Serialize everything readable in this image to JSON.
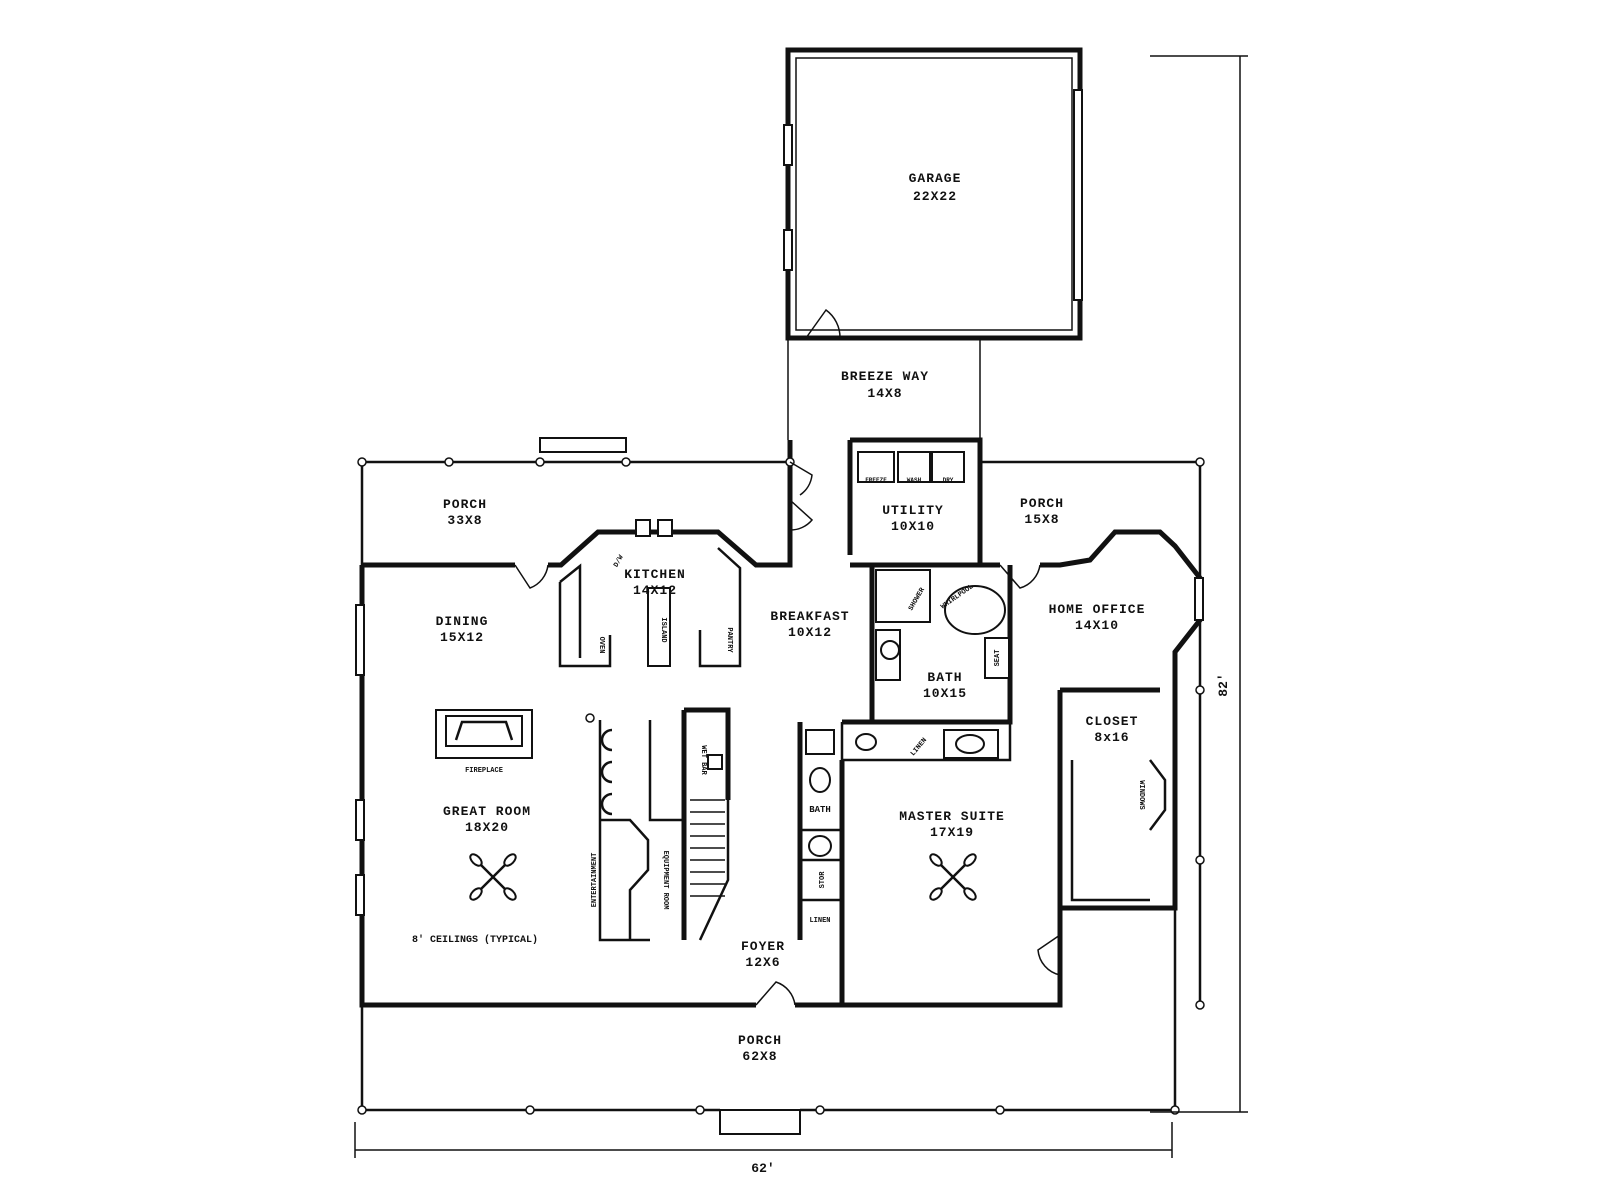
{
  "rooms": {
    "garage": {
      "name": "GARAGE",
      "size": "22X22"
    },
    "breezeway": {
      "name": "BREEZE WAY",
      "size": "14X8"
    },
    "porch_rear_left": {
      "name": "PORCH",
      "size": "33X8"
    },
    "utility": {
      "name": "UTILITY",
      "size": "10X10"
    },
    "porch_rear_right": {
      "name": "PORCH",
      "size": "15X8"
    },
    "kitchen": {
      "name": "KITCHEN",
      "size": "14X12"
    },
    "dining": {
      "name": "DINING",
      "size": "15X12"
    },
    "breakfast": {
      "name": "BREAKFAST",
      "size": "10X12"
    },
    "home_office": {
      "name": "HOME OFFICE",
      "size": "14X10"
    },
    "master_bath": {
      "name": "BATH",
      "size": "10X15"
    },
    "closet": {
      "name": "CLOSET",
      "size": "8x16"
    },
    "great_room": {
      "name": "GREAT ROOM",
      "size": "18X20"
    },
    "master_suite": {
      "name": "MASTER SUITE",
      "size": "17X19"
    },
    "foyer": {
      "name": "FOYER",
      "size": "12X6"
    },
    "porch_front": {
      "name": "PORCH",
      "size": "62X8"
    }
  },
  "small_labels": {
    "bath2": "BATH",
    "fireplace": "FIREPLACE",
    "wet_bar": "WET BAR",
    "entertainment": "ENTERTAINMENT",
    "equipment_room": "EQUIPMENT ROOM",
    "linen": "LINEN",
    "stor": "STOR",
    "linen2": "LINEN",
    "freeze": "FREEZE",
    "wash": "WASH",
    "dry": "DRY",
    "island": "ISLAND",
    "pantry": "PANTRY",
    "shower": "SHOWER",
    "whirlpool": "WHIRLPOOL",
    "seat": "SEAT",
    "dw": "D/W",
    "oven": "OVEN",
    "windows": "WINDOWS"
  },
  "notes": {
    "ceilings": "8' CEILINGS (TYPICAL)"
  },
  "dimensions": {
    "overall_width": "62'",
    "overall_depth": "82'"
  }
}
